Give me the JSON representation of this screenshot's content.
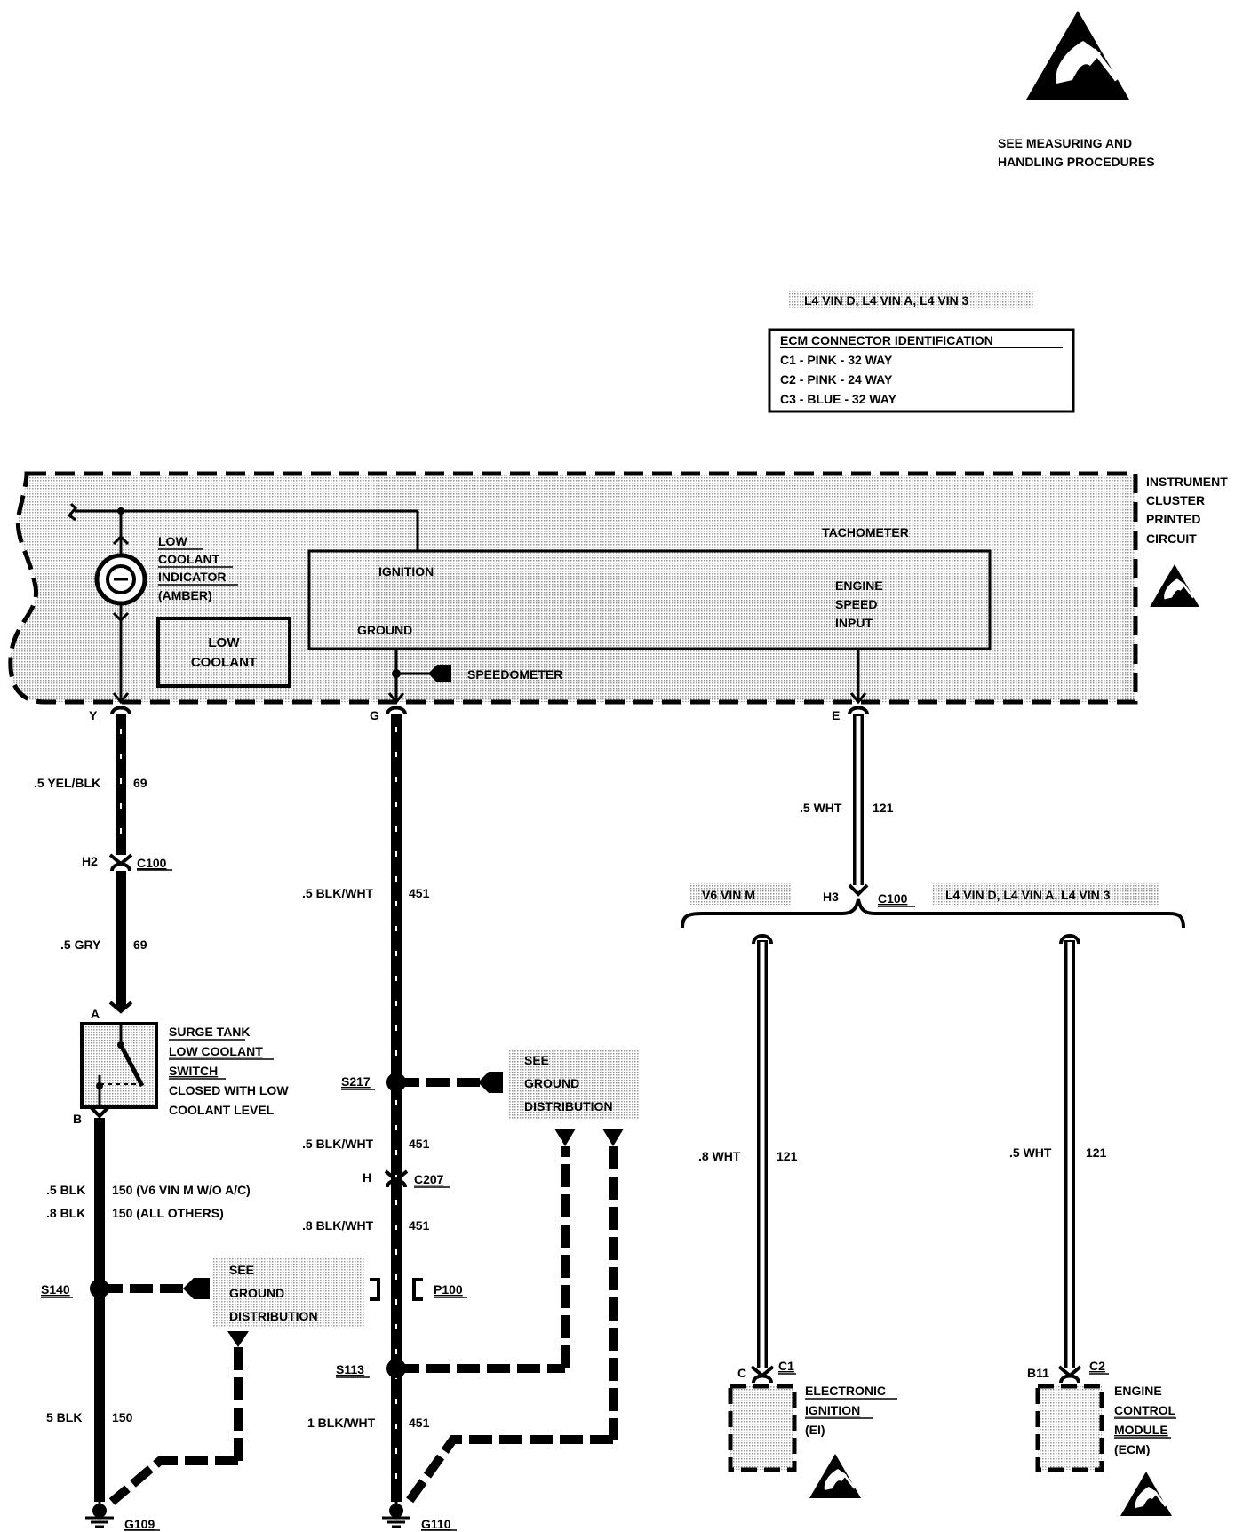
{
  "esd_notice": {
    "line1": "SEE MEASURING AND",
    "line2": "HANDLING PROCEDURES"
  },
  "ecm_box": {
    "variant_label": "L4 VIN D, L4 VIN A, L4 VIN 3",
    "title": "ECM CONNECTOR IDENTIFICATION",
    "rows": [
      "C1 - PINK - 32 WAY",
      "C2 - PINK - 24 WAY",
      "C3 - BLUE - 32 WAY"
    ]
  },
  "cluster": {
    "label": [
      "INSTRUMENT",
      "CLUSTER",
      "PRINTED",
      "CIRCUIT"
    ],
    "indicator_label": [
      "LOW",
      "COOLANT",
      "INDICATOR",
      "(AMBER)"
    ],
    "lamp_text": [
      "LOW",
      "COOLANT"
    ],
    "tachometer": "TACHOMETER",
    "ignition": "IGNITION",
    "ground": "GROUND",
    "engine_speed_input": [
      "ENGINE",
      "SPEED",
      "INPUT"
    ],
    "speedometer": "SPEEDOMETER",
    "pins": {
      "y": "Y",
      "g": "G",
      "e": "E"
    }
  },
  "wires": {
    "left_top": {
      "gauge": ".5 YEL/BLK",
      "circuit": "69"
    },
    "left_mid": {
      "gauge": ".5 GRY",
      "circuit": "69"
    },
    "left_bot1": {
      "gauge": ".5 BLK",
      "circuit": "150 (V6 VIN M W/O A/C)"
    },
    "left_bot2": {
      "gauge": ".8 BLK",
      "circuit": "150 (ALL OTHERS)"
    },
    "left_bot3": {
      "gauge": "5 BLK",
      "circuit": "150"
    },
    "mid_top": {
      "gauge": ".5 BLK/WHT",
      "circuit": "451"
    },
    "mid_2": {
      "gauge": ".5 BLK/WHT",
      "circuit": "451"
    },
    "mid_3": {
      "gauge": ".8 BLK/WHT",
      "circuit": "451"
    },
    "mid_4": {
      "gauge": "1 BLK/WHT",
      "circuit": "451"
    },
    "right_top": {
      "gauge": ".5 WHT",
      "circuit": "121"
    },
    "right_ei": {
      "gauge": ".8 WHT",
      "circuit": "121"
    },
    "right_ecm": {
      "gauge": ".5 WHT",
      "circuit": "121"
    }
  },
  "connectors": {
    "h2": "H2",
    "c100_left": "C100",
    "h3": "H3",
    "c100_right": "C100",
    "h": "H",
    "c207": "C207",
    "p100": "P100",
    "a": "A",
    "b": "B",
    "c": "C",
    "c1": "C1",
    "b11": "B11",
    "c2": "C2"
  },
  "variants": {
    "v6": "V6 VIN M",
    "l4": "L4 VIN D, L4 VIN  A, L4 VIN 3"
  },
  "switch": {
    "label": [
      "SURGE TANK",
      "LOW COOLANT",
      "SWITCH",
      "CLOSED WITH LOW",
      "COOLANT LEVEL"
    ]
  },
  "splices": {
    "s217": "S217",
    "s140": "S140",
    "s113": "S113"
  },
  "ground_refs": {
    "upper": [
      "SEE",
      "GROUND",
      "DISTRIBUTION"
    ],
    "lower": [
      "SEE",
      "GROUND",
      "DISTRIBUTION"
    ]
  },
  "grounds": {
    "g109": "G109",
    "g110": "G110"
  },
  "components": {
    "ei": [
      "ELECTRONIC",
      "IGNITION",
      "(EI)"
    ],
    "ecm": [
      "ENGINE",
      "CONTROL",
      "MODULE",
      "(ECM)"
    ]
  }
}
